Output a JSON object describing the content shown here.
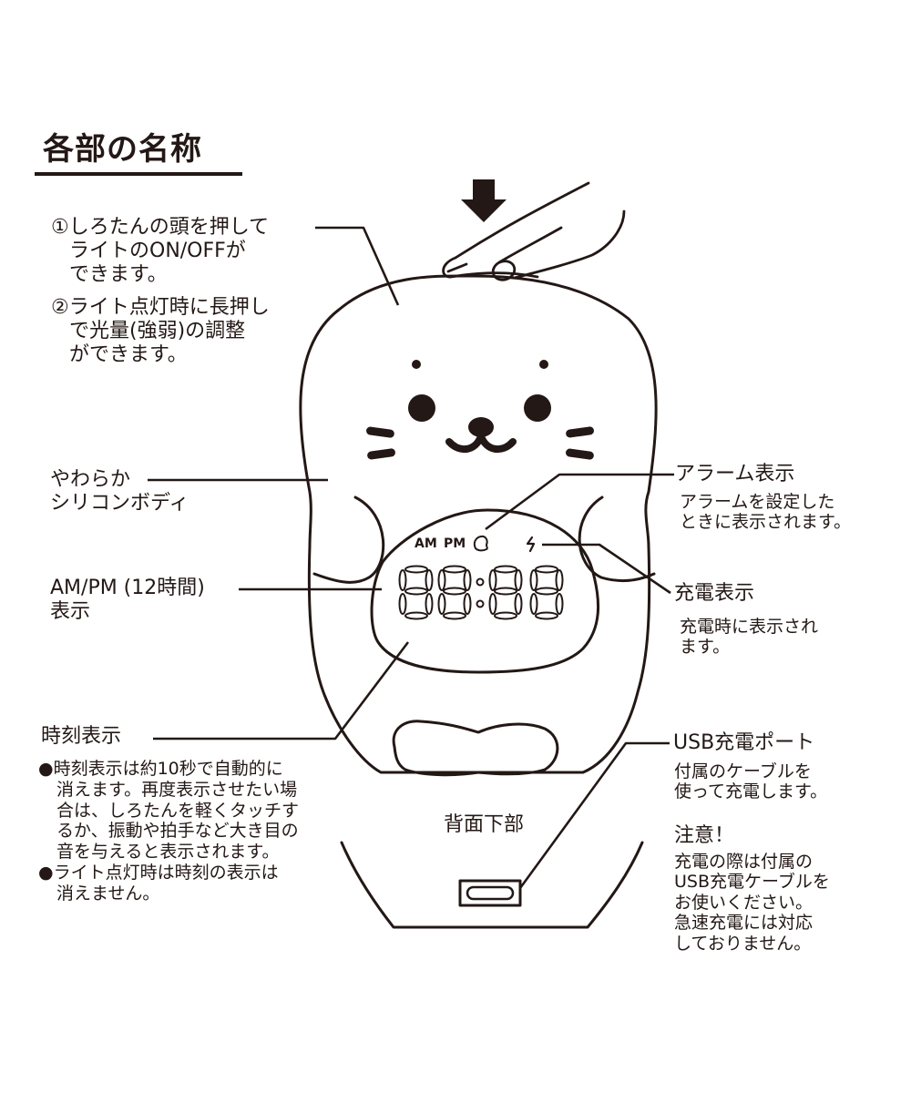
{
  "title": "各部の名称",
  "head_press": {
    "lines": [
      "①しろたんの頭を押して",
      "ライトのON/OFFが",
      "できます。",
      "②ライト点灯時に長押し",
      "で光量(強弱)の調整",
      "ができます。"
    ]
  },
  "silicone_body": {
    "lines": [
      "やわらか",
      "シリコンボディ"
    ]
  },
  "ampm": {
    "lines": [
      "AM/PM (12時間)",
      "表示"
    ]
  },
  "time_display": {
    "label": "時刻表示",
    "bullet": "●",
    "notes": [
      [
        "時刻表示は約10秒で自動的に",
        "消えます。再度表示させたい場",
        "合は、しろたんを軽くタッチす",
        "るか、振動や拍手など大き目の",
        "音を与えると表示されます。"
      ],
      [
        "ライト点灯時は時刻の表示は",
        "消えません。"
      ]
    ]
  },
  "alarm": {
    "label": "アラーム表示",
    "desc_lines": [
      "アラームを設定した",
      "ときに表示されます。"
    ]
  },
  "charge_indicator": {
    "label": "充電表示",
    "desc_lines": [
      "充電時に表示され",
      "ます。"
    ]
  },
  "usb_port": {
    "label": "USB充電ポート",
    "desc_lines": [
      "付属のケーブルを",
      "使って充電します。"
    ]
  },
  "caution": {
    "label": "注意！",
    "desc_lines": [
      "充電の際は付属の",
      "USB充電ケーブルを",
      "お使いください。",
      "急速充電には対応",
      "しておりません。"
    ]
  },
  "back_view_label": "背面下部",
  "display": {
    "am": "AM",
    "pm": "PM",
    "digits": "88:88",
    "alarm_icon": "bell-icon",
    "charge_icon": "lightning-icon"
  },
  "colors": {
    "ink": "#231815",
    "background": "#ffffff"
  }
}
